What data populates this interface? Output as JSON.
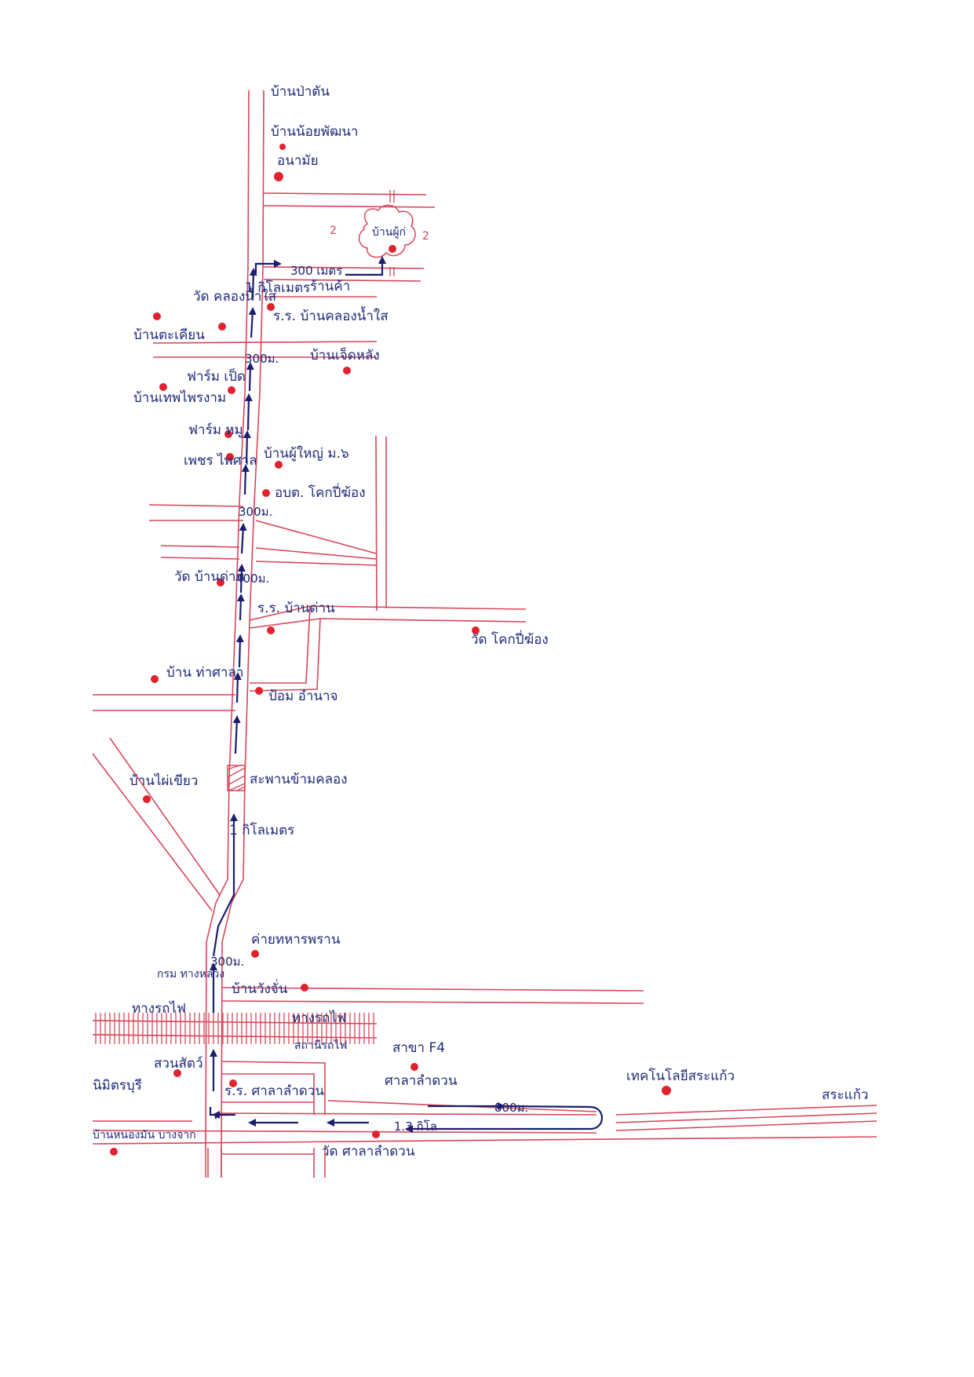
{
  "map": {
    "colors": {
      "road": "#d8465a",
      "route": "#1b1d6e",
      "marker": "#e0212e",
      "label": "#1f2a7a"
    },
    "labels": {
      "village_top_cut": "บ้านป่าตัน",
      "ban_noi_phatthana": "บ้านน้อยพัฒนา",
      "anamai": "อนามัย",
      "destination": "บ้านผู้ก่",
      "dist_300m_top": "300 เมตร",
      "shop": "ร้านค้า",
      "wat_khlong_nam_sai": "วัด คลองน้ำใส",
      "km1_top": "1 กิโลเมตร",
      "school_khlong_nam_sai": "ร.ร. บ้านคลองน้ำใส",
      "ban_takhian": "บ้านตะเคียน",
      "ban_chet_lang": "บ้านเจ็ดหลัง",
      "dist_300m_b": "300ม.",
      "duck_farm": "ฟาร์ม เป็ด",
      "ban_thep_phaitam": "บ้านเทพไพรงาม",
      "pig_farm": "ฟาร์ม หมู",
      "phet_phaisan": "เพชร ไพศาล",
      "ban_phuyai": "บ้านผู้ใหญ่ ม.๖",
      "obt_khok_pip": "อบต. โคกปี่ฆ้อง",
      "dist_300m_c": "300ม.",
      "wat_ban_dan": "วัด บ้านด่าน",
      "dist_400m": "400ม.",
      "school_ban_dan": "ร.ร. บ้านด่าน",
      "wat_khok_pip": "วัด โคกปี่ฆ้อง",
      "ban_tha_sala": "บ้าน ท่าศาลา",
      "pom_amnat": "ป้อม อำนาจ",
      "ban_phai_khiao": "บ้านไผ่เขียว",
      "bridge": "สะพานข้ามคลอง",
      "km1_mid": "1 กิโลเมตร",
      "army_camp": "ค่ายทหารพราน",
      "dist_300m_d": "300ม.",
      "krom_thang": "กรม ทางหลวง",
      "ban_wang_chan": "บ้านวังจั่น",
      "railway_left": "ทางรถไฟ",
      "railway_right": "ทางรถไฟ",
      "station": "สถานีรถไฟ",
      "suan_sat": "สวนสัตว์",
      "school_sala_lamduan": "ร.ร. ศาลาลำดวน",
      "sala_f4": "สาขา F4",
      "sala_lamduan_branch": "ศาลาลำดวน",
      "tech_college": "เทคโนโลยีสระแก้ว",
      "sa_kaeo": "สระแก้ว",
      "nimit_buri": "นิมิตรบุรี",
      "dist_800m": "800ม.",
      "dist_13km": "1.3 กิโล",
      "ban_nong_mun": "บ้านหนองมัน บางจาก",
      "wat_sala_lamduan": "วัด ศาลาลำดวน"
    }
  }
}
